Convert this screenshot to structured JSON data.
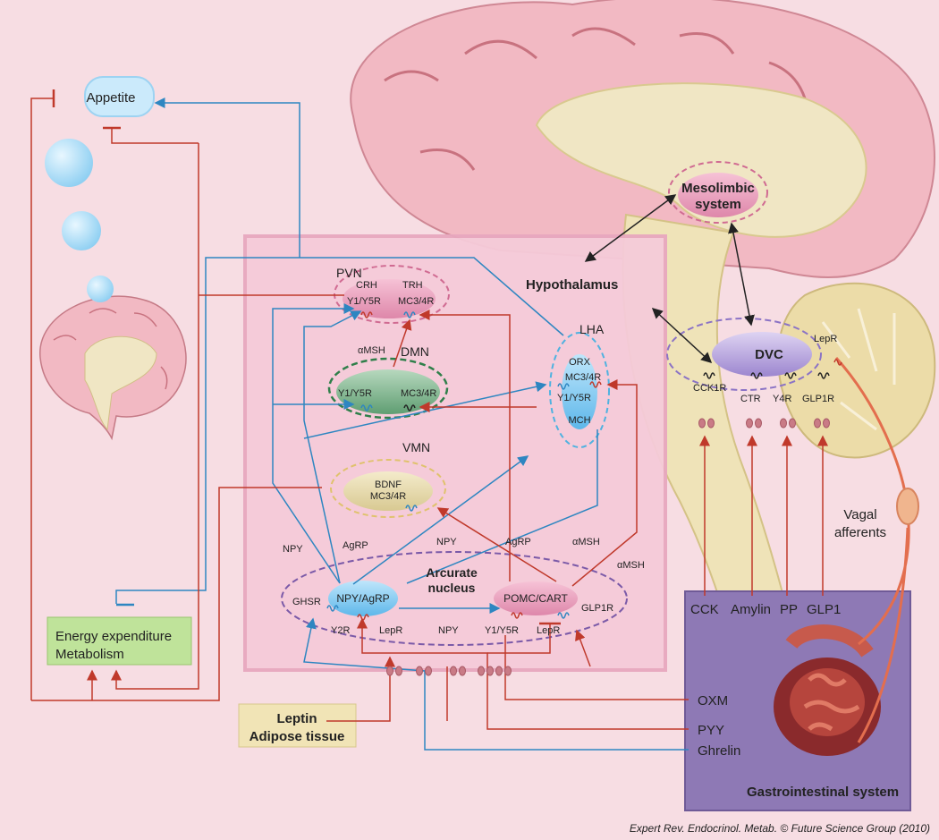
{
  "appetite": "Appetite",
  "energy": {
    "line1": "Energy expenditure",
    "line2": "Metabolism"
  },
  "leptin": {
    "line1": "Leptin",
    "line2": "Adipose tissue"
  },
  "hypothalamus": "Hypothalamus",
  "mesolimbic": {
    "line1": "Mesolimbic",
    "line2": "system"
  },
  "dvc": {
    "title": "DVC",
    "lepr": "LepR",
    "receptors": [
      "CCK1R",
      "CTR",
      "Y4R",
      "GLP1R"
    ]
  },
  "pvn": {
    "name": "PVN",
    "crh": "CRH",
    "trh": "TRH",
    "r1": "Y1/Y5R",
    "r2": "MC3/4R"
  },
  "dmn": {
    "name": "DMN",
    "amsh": "αMSH",
    "r1": "Y1/Y5R",
    "r2": "MC3/4R"
  },
  "vmn": {
    "name": "VMN",
    "l1": "BDNF",
    "l2": "MC3/4R"
  },
  "lha": {
    "name": "LHA",
    "orx": "ORX",
    "r1": "MC3/4R",
    "r2": "Y1/Y5R",
    "mch": "MCH"
  },
  "arcuate": {
    "line1": "Arcurate",
    "line2": "nucleus",
    "npy_agrp": "NPY/AgRP",
    "pomc_cart": "POMC/CART",
    "ghsr": "GHSR",
    "y2r": "Y2R",
    "lepr1": "LepR",
    "npy_mid": "NPY",
    "y1y5r": "Y1/Y5R",
    "lepr2": "LepR",
    "glp1r": "GLP1R"
  },
  "path_labels": {
    "npy1": "NPY",
    "agrp1": "AgRP",
    "npy2": "NPY",
    "agrp2": "AgRP",
    "amsh1": "αMSH",
    "amsh2": "αMSH"
  },
  "gi": {
    "hormones": [
      "CCK",
      "Amylin",
      "PP",
      "GLP1"
    ],
    "oxm": "OXM",
    "pyy": "PYY",
    "ghrelin": "Ghrelin",
    "title": "Gastrointestinal system"
  },
  "vagal": {
    "line1": "Vagal",
    "line2": "afferents"
  },
  "credit": "Expert Rev. Endocrinol. Metab. © Future Science Group (2010)",
  "colors": {
    "red": "#c0392b",
    "blue": "#2e86c1",
    "hypothalamus_box": "#f3c6d5",
    "gi_box": "#8e79b5"
  }
}
